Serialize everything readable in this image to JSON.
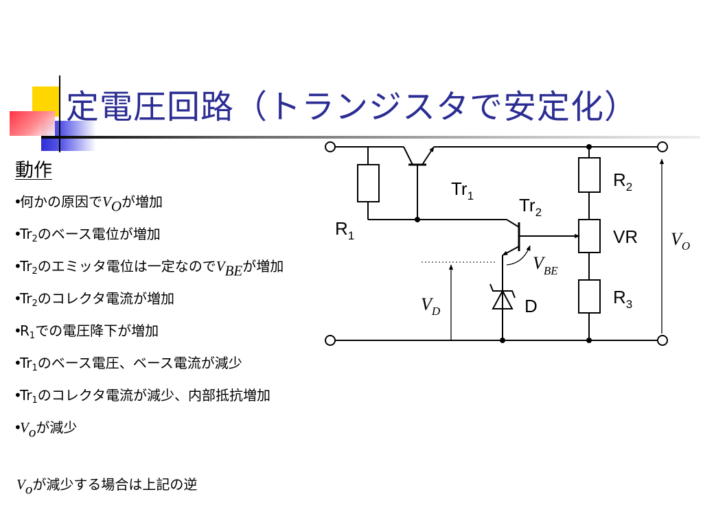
{
  "title": "定電圧回路（トランジスタで安定化）",
  "heading": "動作",
  "bullets": {
    "b1": {
      "pre": "何かの原因で",
      "var": "V",
      "var_sub": "O",
      "post": "が増加"
    },
    "b2": {
      "pre": "Tr",
      "sub": "2",
      "post": "のベース電位が増加"
    },
    "b3": {
      "pre": "Tr",
      "sub": "2",
      "mid": "のエミッタ電位は一定なので",
      "var": "V",
      "var_sub": "BE",
      "post": "が増加"
    },
    "b4": {
      "pre": "Tr",
      "sub": "2",
      "post": "のコレクタ電流が増加"
    },
    "b5": {
      "pre": "R",
      "sub": "1",
      "post": "での電圧降下が増加"
    },
    "b6": {
      "pre": "Tr",
      "sub": "1",
      "post": "のベース電圧、ベース電流が減少"
    },
    "b7": {
      "pre": "Tr",
      "sub": "1",
      "post": "のコレクタ電流が減少、内部抵抗増加"
    },
    "b8": {
      "var": "V",
      "var_sub": "o",
      "post": "が減少"
    }
  },
  "note": {
    "var": "V",
    "var_sub": "o",
    "text": "が減少する場合は上記の逆"
  },
  "circuit": {
    "tr1": {
      "name": "Tr",
      "sub": "1"
    },
    "tr2": {
      "name": "Tr",
      "sub": "2"
    },
    "r1": {
      "name": "R",
      "sub": "1"
    },
    "r2": {
      "name": "R",
      "sub": "2"
    },
    "r3": {
      "name": "R",
      "sub": "3"
    },
    "vr": "VR",
    "d": "D",
    "vo": {
      "name": "V",
      "sub": "O"
    },
    "vd": {
      "name": "V",
      "sub": "D"
    },
    "vbe": {
      "name": "V",
      "sub": "BE"
    }
  }
}
